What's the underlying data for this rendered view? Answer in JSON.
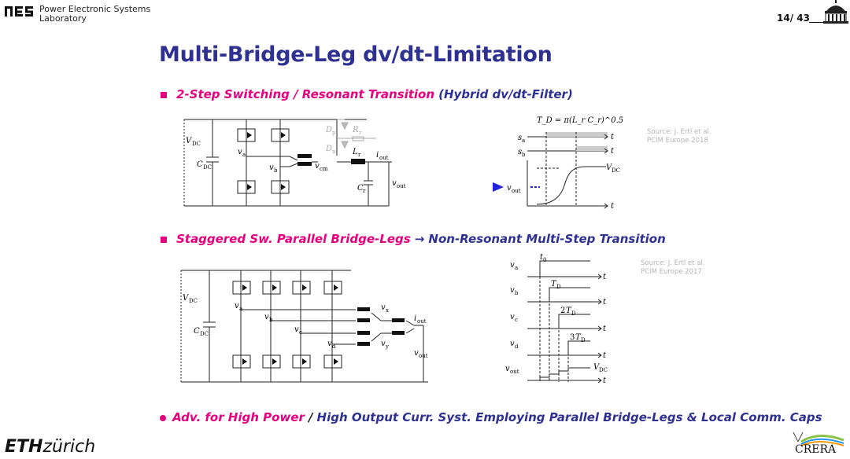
{
  "header": {
    "lab_line1": "Power Electronic Systems",
    "lab_line2": "Laboratory",
    "page": "14/ 43"
  },
  "slide": {
    "title": "Multi-Bridge-Leg dv/dt-Limitation",
    "bullet1": {
      "part1": "2-Step Switching / Resonant Transition",
      "part2": "(Hybrid dv/dt-Filter)"
    },
    "source1": {
      "line1": "Source: J. Ertl et al.",
      "line2": "PCIM Europe 2018"
    },
    "bullet2": {
      "part1": "Staggered Sw. Parallel Bridge-Legs",
      "arrow": "→",
      "part2": "Non-Resonant Multi-Step Transition"
    },
    "source2": {
      "line1": "Source: J. Ertl et al.",
      "line2": "PCIM Europe 2017"
    },
    "bullet3": {
      "part1": "Adv. for High Power",
      "sep": "/",
      "part2": "High Output Curr. Syst. Employing Parallel Bridge-Legs & Local Comm. Caps"
    }
  },
  "circuit1": {
    "vdc": "V",
    "vdc_sub": "DC",
    "cdc": "C",
    "cdc_sub": "DC",
    "va": "v",
    "va_sub": "a",
    "vb": "v",
    "vb_sub": "b",
    "vcm": "v",
    "vcm_sub": "cm",
    "dp": "D",
    "dp_sub": "p",
    "dn": "D",
    "dn_sub": "n",
    "rr": "R",
    "rr_sub": "r",
    "lr": "L",
    "lr_sub": "r",
    "cr": "C",
    "cr_sub": "r",
    "iout": "i",
    "iout_sub": "out",
    "vout": "v",
    "vout_sub": "out"
  },
  "wave1": {
    "formula": "T_D = π(L_r C_r)^0.5",
    "sa": "s",
    "sa_sub": "a",
    "sb": "s",
    "sb_sub": "b",
    "t": "t",
    "vdc": "V",
    "vdc_sub": "DC",
    "vout": "v",
    "vout_sub": "out"
  },
  "circuit2": {
    "vdc": "V",
    "vdc_sub": "DC",
    "cdc": "C",
    "cdc_sub": "DC",
    "va": "v",
    "va_sub": "a",
    "vb": "v",
    "vb_sub": "b",
    "vc": "v",
    "vc_sub": "c",
    "vd": "v",
    "vd_sub": "d",
    "vx": "v",
    "vx_sub": "x",
    "vy": "v",
    "vy_sub": "y",
    "iout": "i",
    "iout_sub": "out",
    "vout": "v",
    "vout_sub": "out"
  },
  "wave2": {
    "va": "v",
    "va_sub": "a",
    "vb": "v",
    "vb_sub": "b",
    "vc": "v",
    "vc_sub": "c",
    "vd": "v",
    "vd_sub": "d",
    "vout": "v",
    "vout_sub": "out",
    "t0": "t",
    "t0_sub": "0",
    "td1": "T",
    "td1_sub": "D",
    "td2_pre": "2",
    "td2": "T",
    "td2_sub": "D",
    "td3_pre": "3",
    "td3": "T",
    "td3_sub": "D",
    "t": "t",
    "vdc": "V",
    "vdc_sub": "DC"
  },
  "footer": {
    "eth_bold": "ETH",
    "eth_rest": "zürich",
    "crera": "CRERA"
  },
  "colors": {
    "title": "#2e3192",
    "accent": "#e6007e",
    "marker": "#2222dd"
  }
}
